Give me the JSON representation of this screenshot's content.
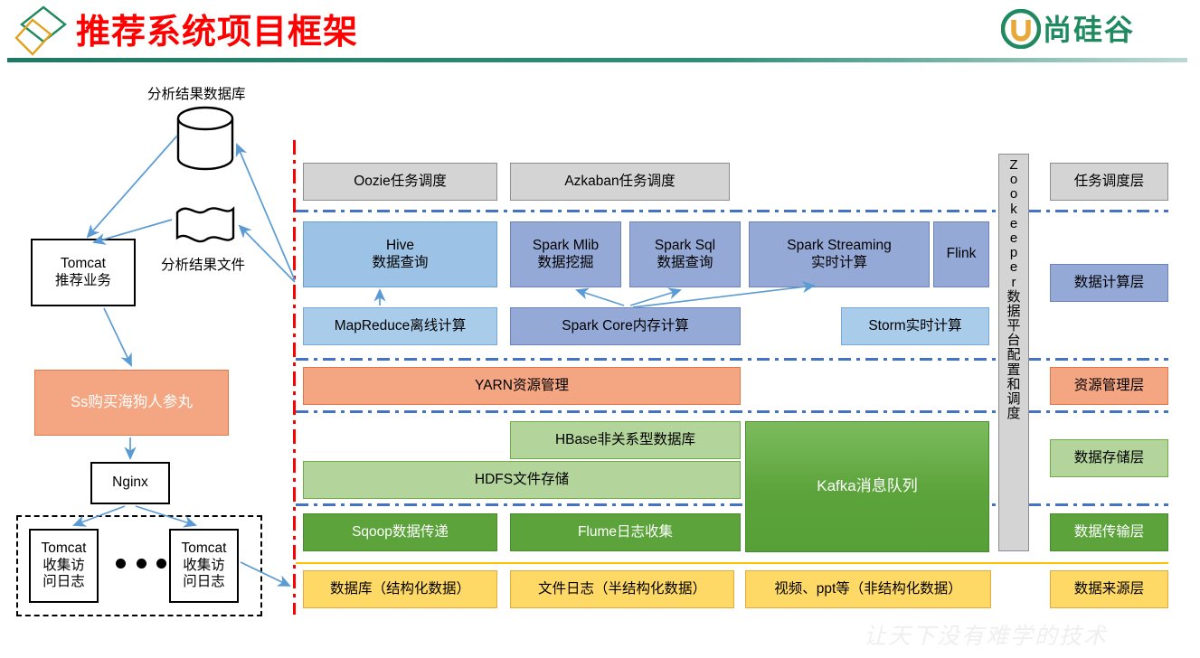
{
  "header": {
    "title": "推荐系统项目框架",
    "brand": "尚硅谷",
    "logo_icon": "diamond-logo-icon",
    "brand_icon": "u-circle-icon",
    "title_color": "#ff0000",
    "brand_color": "#1f8a5f"
  },
  "watermark": "让天下没有难学的技术",
  "left_flow": {
    "db_label": "分析结果数据库",
    "file_label": "分析结果文件",
    "tomcat_rec": "Tomcat\n推荐业务",
    "product": "Ss购买海狗人参丸",
    "nginx": "Nginx",
    "tomcat_log_1": "Tomcat\n收集访\n问日志",
    "tomcat_log_2": "Tomcat\n收集访\n问日志",
    "db_shape": "cylinder-database-icon",
    "file_shape": "document-wave-icon",
    "ellipsis": "···"
  },
  "zookeeper": {
    "chars": [
      "Z",
      "o",
      "o",
      "k",
      "e",
      "e",
      "p",
      "e",
      "r",
      "数",
      "据",
      "平",
      "台",
      "配",
      "置",
      "和",
      "调",
      "度"
    ],
    "full_text": "Zookeeper数据平台配置和调度"
  },
  "layers": [
    {
      "name": "任务调度层",
      "style": "gray"
    },
    {
      "name": "数据计算层",
      "style": "blue"
    },
    {
      "name": "资源管理层",
      "style": "orange"
    },
    {
      "name": "数据存储层",
      "style": "green-light"
    },
    {
      "name": "数据传输层",
      "style": "green-dark"
    },
    {
      "name": "数据来源层",
      "style": "yellow"
    }
  ],
  "boxes": {
    "oozie": "Oozie任务调度",
    "azkaban": "Azkaban任务调度",
    "hive": "Hive\n数据查询",
    "spark_mlib": "Spark Mlib\n数据挖掘",
    "spark_sql": "Spark Sql\n数据查询",
    "spark_streaming": "Spark Streaming\n实时计算",
    "flink": "Flink",
    "mapreduce": "MapReduce离线计算",
    "spark_core": "Spark Core内存计算",
    "storm": "Storm实时计算",
    "yarn": "YARN资源管理",
    "hbase": "HBase非关系型数据库",
    "hdfs": "HDFS文件存储",
    "kafka": "Kafka消息队列",
    "sqoop": "Sqoop数据传递",
    "flume": "Flume日志收集",
    "src_db": "数据库（结构化数据）",
    "src_log": "文件日志（半结构化数据）",
    "src_unstructured": "视频、ppt等（非结构化数据）"
  },
  "colors": {
    "arrow": "#5b9bd5",
    "red_divider": "#ff0000",
    "blue_divider": "#4472c4",
    "yellow_divider": "#ffc000"
  }
}
